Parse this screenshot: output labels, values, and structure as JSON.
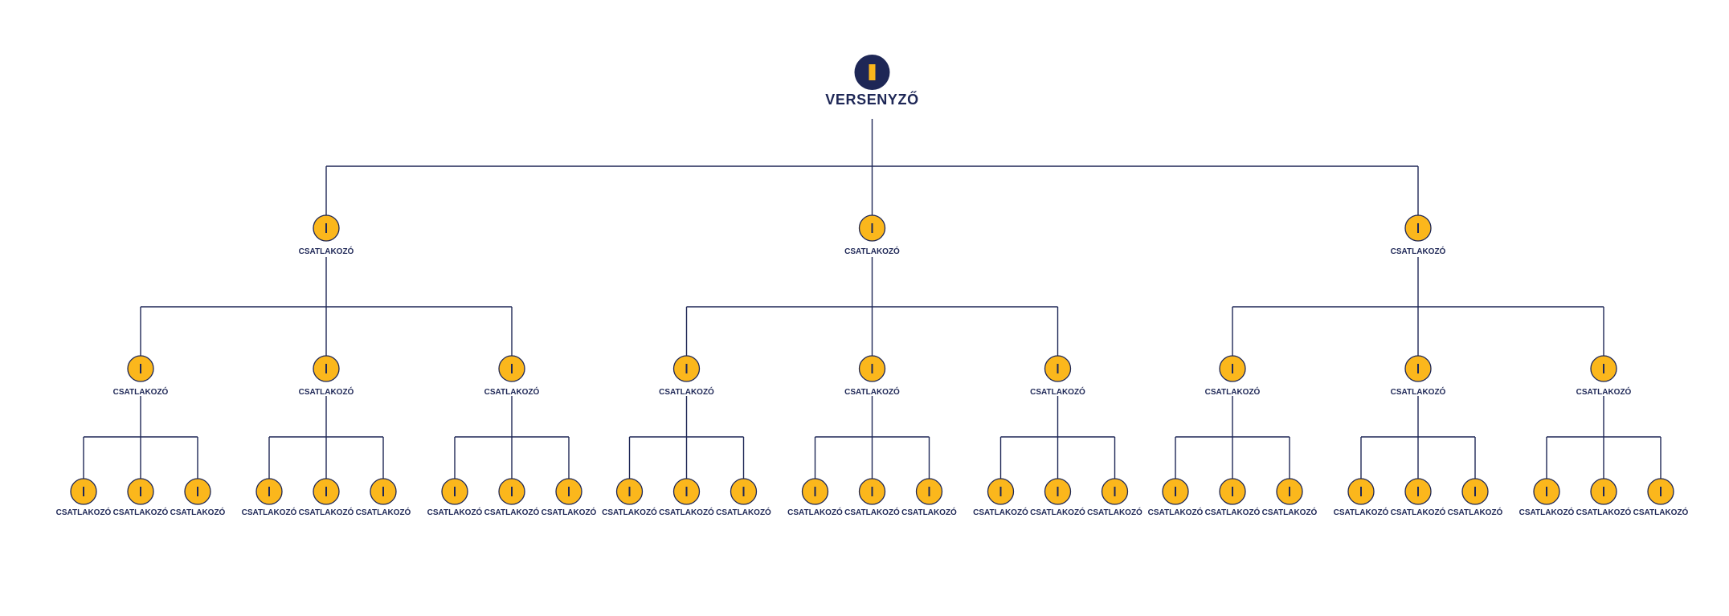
{
  "diagram": {
    "type": "tree",
    "colors": {
      "line": "#1e2756",
      "node_fill": "#fbb71c",
      "node_border": "#1e2756",
      "root_fill": "#1e2756",
      "root_mark": "#fbb71c",
      "label": "#1e2756"
    },
    "root": {
      "label": "VERSENYZŐ",
      "icon": "bar-icon",
      "children": [
        {
          "label": "CSATLAKOZÓ",
          "children": [
            {
              "label": "CSATLAKOZÓ",
              "children": [
                {
                  "label": "CSATLAKOZÓ"
                },
                {
                  "label": "CSATLAKOZÓ"
                },
                {
                  "label": "CSATLAKOZÓ"
                }
              ]
            },
            {
              "label": "CSATLAKOZÓ",
              "children": [
                {
                  "label": "CSATLAKOZÓ"
                },
                {
                  "label": "CSATLAKOZÓ"
                },
                {
                  "label": "CSATLAKOZÓ"
                }
              ]
            },
            {
              "label": "CSATLAKOZÓ",
              "children": [
                {
                  "label": "CSATLAKOZÓ"
                },
                {
                  "label": "CSATLAKOZÓ"
                },
                {
                  "label": "CSATLAKOZÓ"
                }
              ]
            }
          ]
        },
        {
          "label": "CSATLAKOZÓ",
          "children": [
            {
              "label": "CSATLAKOZÓ",
              "children": [
                {
                  "label": "CSATLAKOZÓ"
                },
                {
                  "label": "CSATLAKOZÓ"
                },
                {
                  "label": "CSATLAKOZÓ"
                }
              ]
            },
            {
              "label": "CSATLAKOZÓ",
              "children": [
                {
                  "label": "CSATLAKOZÓ"
                },
                {
                  "label": "CSATLAKOZÓ"
                },
                {
                  "label": "CSATLAKOZÓ"
                }
              ]
            },
            {
              "label": "CSATLAKOZÓ",
              "children": [
                {
                  "label": "CSATLAKOZÓ"
                },
                {
                  "label": "CSATLAKOZÓ"
                },
                {
                  "label": "CSATLAKOZÓ"
                }
              ]
            }
          ]
        },
        {
          "label": "CSATLAKOZÓ",
          "children": [
            {
              "label": "CSATLAKOZÓ",
              "children": [
                {
                  "label": "CSATLAKOZÓ"
                },
                {
                  "label": "CSATLAKOZÓ"
                },
                {
                  "label": "CSATLAKOZÓ"
                }
              ]
            },
            {
              "label": "CSATLAKOZÓ",
              "children": [
                {
                  "label": "CSATLAKOZÓ"
                },
                {
                  "label": "CSATLAKOZÓ"
                },
                {
                  "label": "CSATLAKOZÓ"
                }
              ]
            },
            {
              "label": "CSATLAKOZÓ",
              "children": [
                {
                  "label": "CSATLAKOZÓ"
                },
                {
                  "label": "CSATLAKOZÓ"
                },
                {
                  "label": "CSATLAKOZÓ"
                }
              ]
            }
          ]
        }
      ]
    }
  }
}
